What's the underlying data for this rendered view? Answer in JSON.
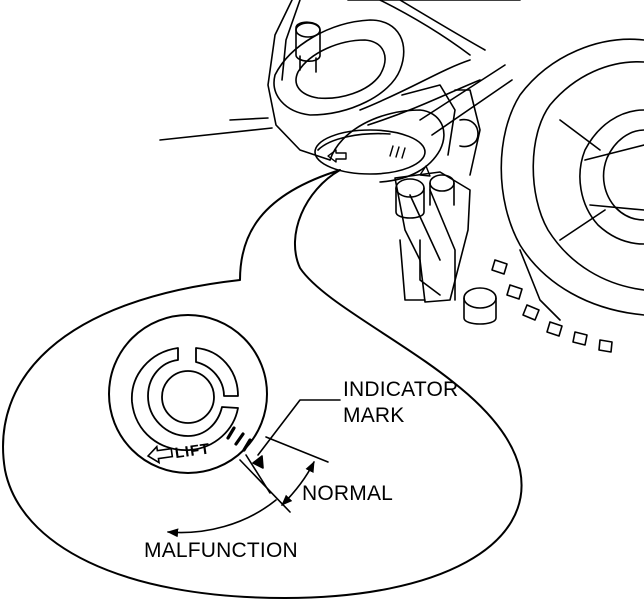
{
  "labels": {
    "indicator_line1": "INDICATOR",
    "indicator_line2": "MARK",
    "normal": "NORMAL",
    "malfunction": "MALFUNCTION"
  },
  "dial_text": "LIFT",
  "colors": {
    "ink": "#000000",
    "paper": "#ffffff"
  }
}
